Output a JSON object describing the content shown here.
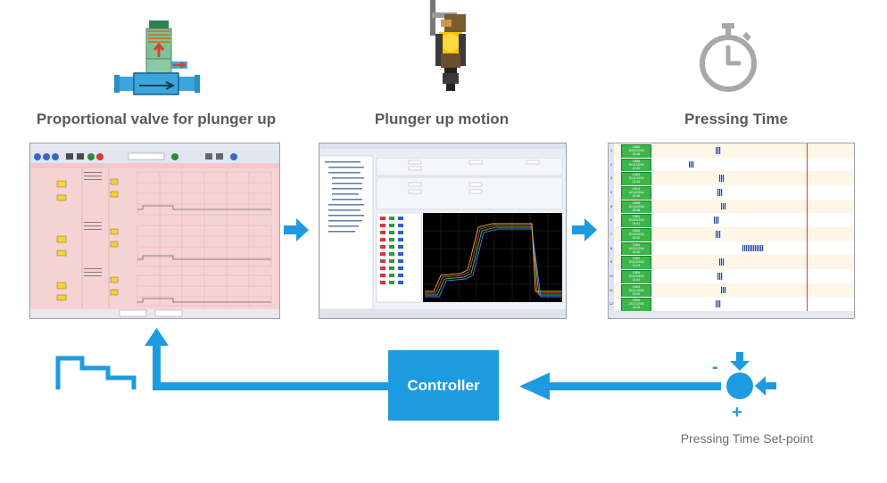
{
  "titles": {
    "valve": "Proportional valve for plunger up",
    "motion": "Plunger up motion",
    "pressing": "Pressing Time"
  },
  "controller": {
    "label": "Controller"
  },
  "setpoint": {
    "label": "Pressing Time Set-point",
    "minus": "-",
    "plus": "+"
  },
  "colors": {
    "accent": "#1e9be0",
    "valve_body": "#3aa6dc",
    "valve_green": "#8fc8a4",
    "valve_arrow": "#e53935",
    "clock": "#a8a8a8",
    "plunger_yellow": "#f5c400",
    "title_text": "#5a5a5a"
  },
  "icons": [
    "proportional-valve-icon",
    "plunger-icon",
    "stopwatch-icon",
    "step-signal-icon",
    "summing-junction-icon"
  ],
  "pressing_rows": [
    {
      "row": "1",
      "line1": "C5B5",
      "line2": "10/01/2016",
      "line3": "09:46"
    },
    {
      "row": "2",
      "line1": "C6B8",
      "line2": "10/11/2016",
      "line3": "12:40"
    },
    {
      "row": "3",
      "line1": "C4B1",
      "line2": "10/11/2016",
      "line3": "12:49"
    },
    {
      "row": "4",
      "line1": "C5C4",
      "line2": "10/14/2016",
      "line3": "09:49"
    },
    {
      "row": "5",
      "line1": "C5B8",
      "line2": "10/14/2016",
      "line3": "09:58"
    },
    {
      "row": "6",
      "line1": "C5B1",
      "line2": "10/20/2016",
      "line3": "09:41"
    },
    {
      "row": "7",
      "line1": "C5B5",
      "line2": "10/20/2016",
      "line3": "09:42"
    },
    {
      "row": "8",
      "line1": "C4B4",
      "line2": "10/20/2016",
      "line3": "09:49"
    },
    {
      "row": "9",
      "line1": "C5B1",
      "line2": "10/21/2016",
      "line3": "11:03"
    },
    {
      "row": "10",
      "line1": "C5B4",
      "line2": "10/21/2016",
      "line3": "14:43"
    },
    {
      "row": "11",
      "line1": "C5B1",
      "line2": "10/21/2016",
      "line3": "15:00"
    },
    {
      "row": "12",
      "line1": "C5B9",
      "line2": "10/21/2016",
      "line3": "15:02"
    }
  ]
}
